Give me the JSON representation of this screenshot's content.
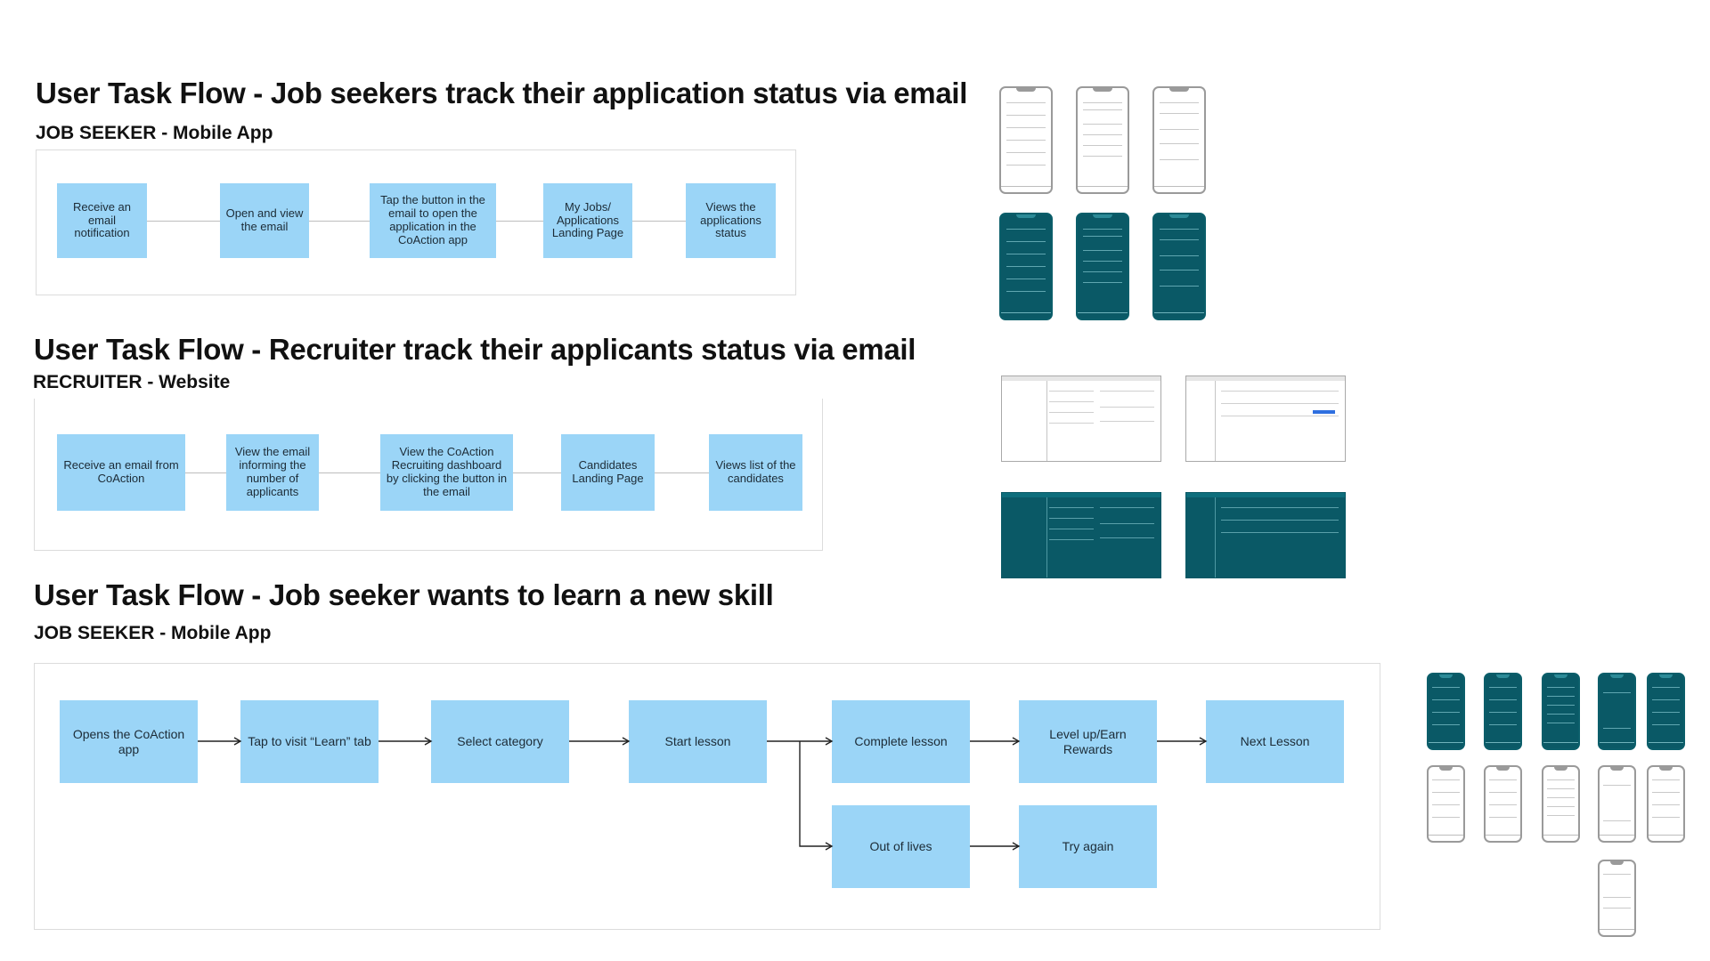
{
  "flows": [
    {
      "title": "User Task Flow - Job seekers track their application status via email",
      "subtitle": "JOB SEEKER - Mobile App",
      "steps": [
        "Receive an email notification",
        "Open and view the email",
        "Tap the button in the email to open the application in the CoAction app",
        "My Jobs/ Applications Landing Page",
        "Views the applications status"
      ]
    },
    {
      "title": "User Task Flow - Recruiter track their applicants status via email",
      "subtitle": "RECRUITER - Website",
      "steps": [
        "Receive an email from CoAction",
        "View the email informing the number of applicants",
        "View the CoAction Recruiting dashboard by clicking the button in the email",
        "Candidates Landing Page",
        "Views list of the candidates"
      ]
    },
    {
      "title": "User Task Flow - Job seeker wants to learn a new skill",
      "subtitle": "JOB SEEKER - Mobile App",
      "steps": [
        "Opens the CoAction app",
        "Tap to visit “Learn” tab",
        "Select category",
        "Start lesson",
        "Complete lesson",
        "Level up/Earn Rewards",
        "Next Lesson",
        "Out of lives",
        "Try again"
      ]
    }
  ],
  "colors": {
    "node_fill": "#9bd5f7",
    "wireframe_dark": "#0a5966",
    "connector": "#bdbdbd",
    "arrow": "#222222"
  },
  "icons": {
    "mobile_thumbnail": "phone-wireframe-icon",
    "desktop_thumbnail": "desktop-wireframe-icon"
  }
}
